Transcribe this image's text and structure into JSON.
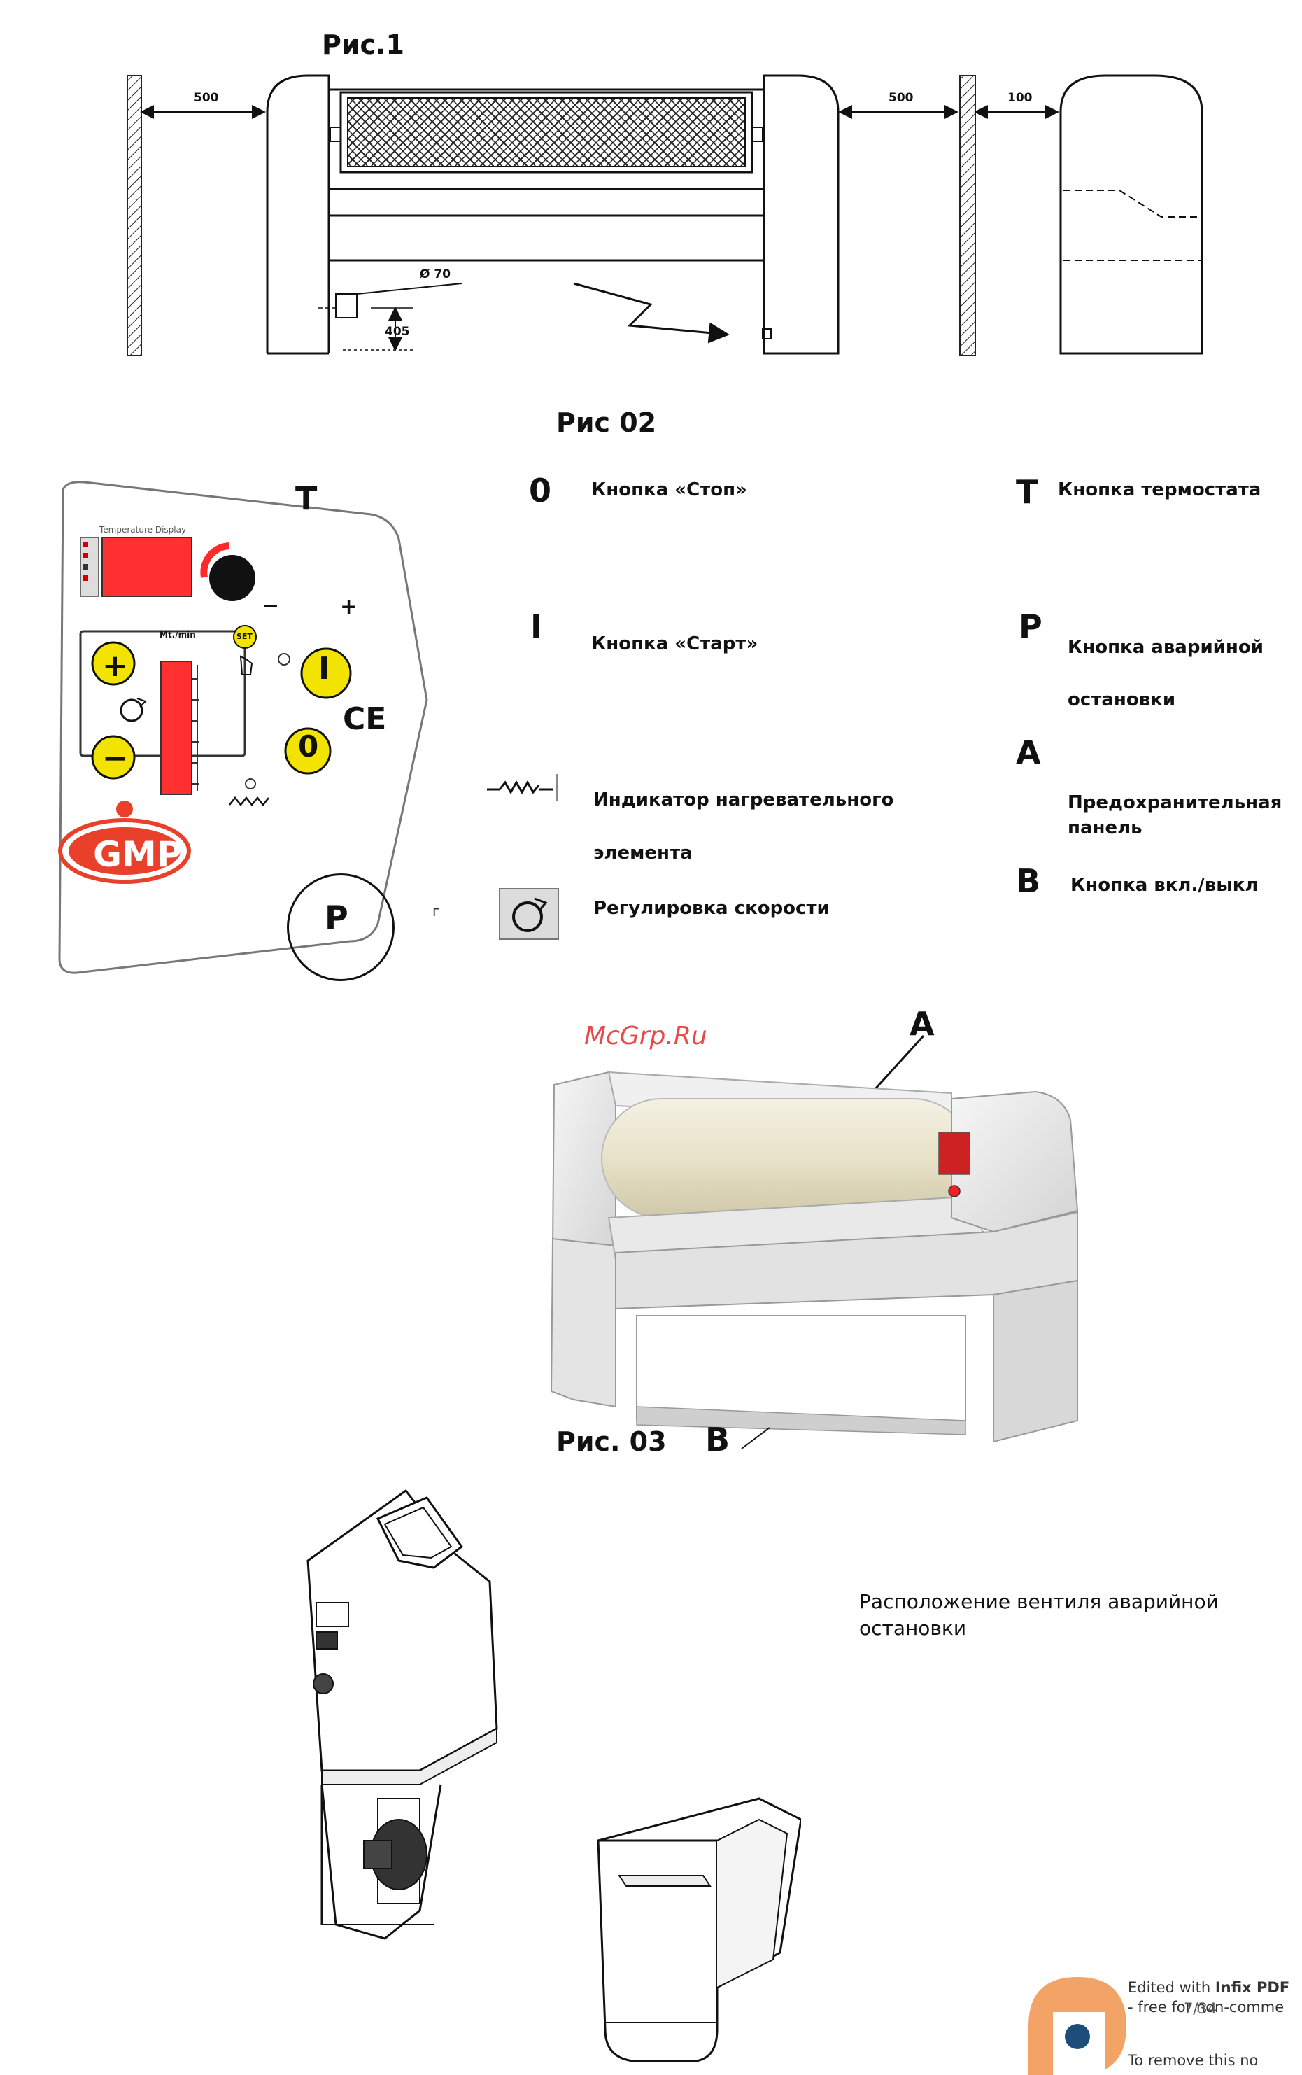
{
  "fig1": {
    "title": "Рис.1",
    "dim_left": "500",
    "dim_right": "500",
    "dim_gap": "100",
    "dim_diameter": "Ø 70",
    "dim_height": "405"
  },
  "fig2": {
    "title": "Рис 02",
    "panel": {
      "display_caption": "Temperature Display",
      "speed_caption": "Mt./min",
      "set_label": "SET",
      "brand": "GMP",
      "ce_mark": "CE",
      "start_symbol": "I",
      "stop_symbol": "0",
      "plus_symbol": "+",
      "minus_symbol": "−",
      "knob_minus": "−",
      "knob_plus": "+",
      "thermostat_callout": "T",
      "emergency_callout": "P"
    },
    "legend": [
      {
        "symbol": "0",
        "text": "Кнопка «Стоп»"
      },
      {
        "symbol": "I",
        "text": "Кнопка «Старт»"
      },
      {
        "symbol": "heater-icon",
        "text_line1": "Индикатор нагревательного",
        "text_line2": "элемента"
      },
      {
        "symbol": "speed-icon",
        "text": "Регулировка скорости"
      },
      {
        "symbol": "T",
        "text": "Кнопка термостата"
      },
      {
        "symbol": "P",
        "text_line1": "Кнопка аварийной",
        "text_line2": "остановки"
      },
      {
        "symbol": "A",
        "text_line1": "Предохранительная",
        "text_line2": "панель"
      },
      {
        "symbol": "B",
        "text": "Кнопка вкл./выкл"
      }
    ],
    "stray_mark": "г"
  },
  "fig3": {
    "title": "Рис. 03",
    "callout_a": "A",
    "callout_b": "B",
    "watermark": "McGrp.Ru"
  },
  "fig4": {
    "caption_line1": "Расположение вентиля аварийной",
    "caption_line2": "остановки"
  },
  "footer": {
    "stamp_line1_a": "Edited with ",
    "stamp_line1_b": "Infix PDF",
    "stamp_line2": "- free for non-comme",
    "stamp_line3": "To remove this no",
    "page": "7/34"
  }
}
